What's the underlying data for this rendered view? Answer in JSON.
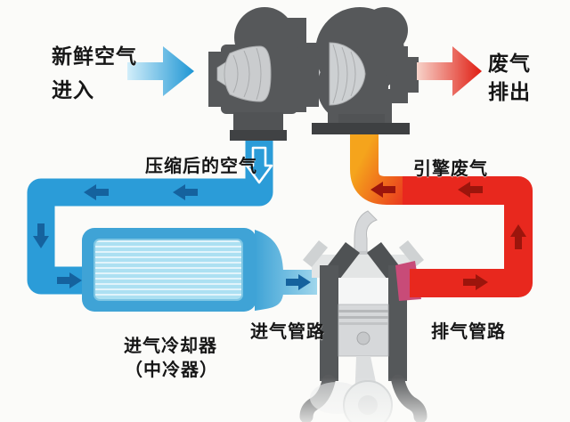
{
  "diagram": {
    "type": "turbocharger-system-schematic",
    "labels": {
      "fresh_air_line1": "新鲜空气",
      "fresh_air_line2": "进入",
      "exhaust_out_line1": "废气",
      "exhaust_out_line2": "排出",
      "compressed_air": "压缩后的空气",
      "engine_exhaust": "引擎废气",
      "intercooler_line1": "进气冷却器",
      "intercooler_line2": "（中冷器）",
      "intake_pipe": "进气管路",
      "exhaust_pipe": "排气管路"
    },
    "icons": {
      "fresh-air-arrow-icon": "→",
      "exhaust-out-arrow-icon": "→",
      "compressed-air-down-arrow-icon": "↓",
      "intake-flow-left-arrow-icons": "← ←",
      "intake-flow-down-arrow-icon": "↓",
      "intake-flow-right-arrow-icons": "→ →",
      "exhaust-flow-left-arrow-icons": "← ←",
      "exhaust-flow-up-arrow-icon": "↑",
      "exhaust-flow-right-arrow-icon": "→"
    },
    "colors": {
      "intake_pipe_blue": "#2b9cd8",
      "intake_arrow_dark_blue": "#15629e",
      "intercooler_shell_blue": "#3fa3d6",
      "intercooler_core_blue": "#ace0f2",
      "exhaust_pipe_red": "#e8281e",
      "exhaust_pipe_orange": "#f5a41c",
      "exhaust_arrow_dark_red": "#9c150c",
      "metal_dark_gray": "#56585a",
      "metal_light_gray": "#cdd0d2",
      "background": "#fbfbf9"
    }
  }
}
